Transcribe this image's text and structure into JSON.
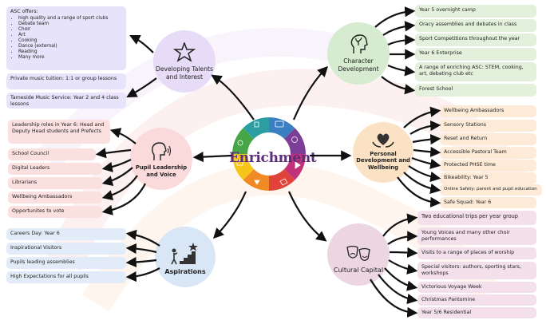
{
  "center": {
    "title": "Enrichment",
    "segment_colors": [
      "#3a7fc2",
      "#7b3f98",
      "#c2327a",
      "#e0433a",
      "#f08a24",
      "#f5c518",
      "#46a546",
      "#2a9ea0"
    ]
  },
  "talents": {
    "title": "Developing Talents and Interest",
    "asc_heading": "ASC offers:",
    "asc_items": [
      "high quality and a range of sport clubs",
      "Debate team",
      "Choir",
      "Art",
      "Cooking",
      "Dance (external)",
      "Reading",
      "Many more"
    ],
    "items": [
      "Private music tuition: 1:1 or group lessons",
      "Tameside Music Service: Year 2 and 4 class lessons"
    ]
  },
  "character": {
    "title": "Character Development",
    "items": [
      "Year 5 overnight camp",
      "Oracy assemblies and debates in class",
      "Sport Competitions throughout the year",
      "Year 6 Enterprise",
      "A range of enriching ASC: STEM, cooking, art, debating club etc",
      "Forest School"
    ]
  },
  "leadership": {
    "title": "Pupil Leadership and Voice",
    "items": [
      "Leadership roles in Year 6: Head and Deputy Head students and Prefects",
      "School Council",
      "Digital Leaders",
      "Librarians",
      "Wellbeing Ambassadors",
      "Opportunites to vote"
    ]
  },
  "personal": {
    "title": "Personal Development and Wellbeing",
    "items": [
      "Wellbeing Ambassadors",
      "Sensory Stations",
      "Reset and Return",
      "Accessible Pastoral Team",
      "Protected PHSE time",
      "Bikeability: Year 5",
      "Online Safety: parent and pupil education",
      "Safe Squad: Year 6"
    ]
  },
  "aspirations": {
    "title": "Aspirations",
    "items": [
      "Careers Day: Year 6",
      "Inspirational Visitors",
      "Pupils leading assemblies",
      "High Expectations for all pupils"
    ]
  },
  "cultural": {
    "title": "Cultural Capital",
    "items": [
      "Two educational trips per year group",
      "Young Voices and many other choir performances",
      "Visits to a range of places of worship",
      "Special visitors: authors, sporting stars, workshops",
      "Victorious Voyage Week",
      "Christmas Pantomine",
      "Year 5/6 Residential"
    ]
  },
  "colors": {
    "talents_circle": "#e6dcf7",
    "character_circle": "#d6ebcf",
    "leadership_circle": "#fadada",
    "personal_circle": "#fbe2c4",
    "aspirations_circle": "#d9e6f5",
    "cultural_circle": "#ecd6e2"
  }
}
